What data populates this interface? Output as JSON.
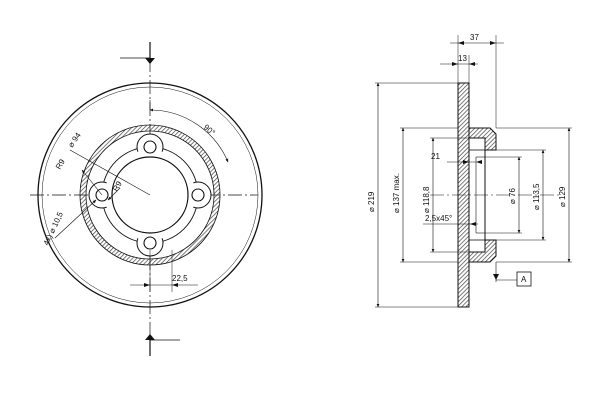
{
  "front_view": {
    "dim_pcd": "⌀ 94",
    "dim_angle": "90°",
    "dim_r9_outer": "R9",
    "dim_r9_inner": "R9",
    "dim_bolt_holes": "4x) ⌀ 10,5",
    "dim_spacing": "22,5"
  },
  "side_view": {
    "dim_overall_width": "37",
    "dim_disc_thickness": "13",
    "dim_outer_diameter": "⌀ 219",
    "dim_braking_max": "⌀ 137 max.",
    "dim_hub_inner": "⌀ 118,8",
    "dim_hub_depth": "21",
    "dim_chamfer": "2,5x45°",
    "dim_centre_bore": "⌀ 76",
    "dim_hub_outer": "⌀ 113,5",
    "dim_hat_diameter": "⌀ 129",
    "datum_label": "A"
  },
  "colors": {
    "line": "#111111",
    "hatch": "#444444",
    "section_fill": "#8a8a8a"
  }
}
